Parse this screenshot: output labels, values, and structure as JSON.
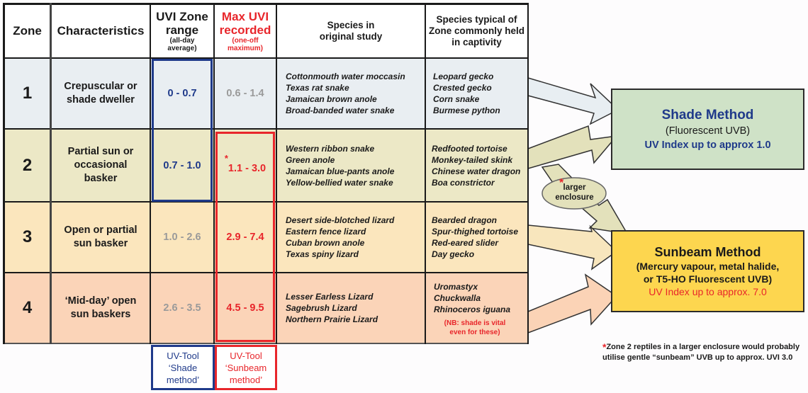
{
  "table": {
    "headers": {
      "zone": "Zone",
      "characteristics": "Characteristics",
      "uvi_range": "UVI Zone range",
      "uvi_range_note": "(all-day average)",
      "max_uvi": "Max UVI recorded",
      "max_uvi_note": "(one-off maximum)",
      "species_study": "Species in original study",
      "species_captive": "Species typical of Zone commonly held in captivity"
    },
    "rows": [
      {
        "zone": "1",
        "characteristics": "Crepuscular or shade dweller",
        "uvi_range": "0 - 0.7",
        "max_uvi": "0.6 - 1.4",
        "max_uvi_asterisk": "",
        "species_study": [
          "Cottonmouth water moccasin",
          "Texas rat snake",
          "Jamaican brown anole",
          "Broad-banded water snake"
        ],
        "species_captive": [
          "Leopard gecko",
          "Crested gecko",
          "Corn snake",
          "Burmese python"
        ],
        "captive_note": "",
        "bg": "#e9eef2"
      },
      {
        "zone": "2",
        "characteristics": "Partial sun or occasional basker",
        "uvi_range": "0.7 - 1.0",
        "max_uvi": "1.1 - 3.0",
        "max_uvi_asterisk": "*",
        "species_study": [
          "Western ribbon snake",
          "Green anole",
          "Jamaican blue-pants anole",
          "Yellow-bellied water snake"
        ],
        "species_captive": [
          "Redfooted tortoise",
          "Monkey-tailed skink",
          "Chinese water dragon",
          "Boa constrictor"
        ],
        "captive_note": "",
        "bg": "#ece8c6"
      },
      {
        "zone": "3",
        "characteristics": "Open or partial sun basker",
        "uvi_range": "1.0 - 2.6",
        "max_uvi": "2.9 - 7.4",
        "max_uvi_asterisk": "",
        "species_study": [
          "Desert side-blotched lizard",
          "Eastern fence lizard",
          "Cuban brown anole",
          "Texas spiny lizard"
        ],
        "species_captive": [
          "Bearded dragon",
          "Spur-thighed tortoise",
          "Red-eared slider",
          "Day gecko"
        ],
        "captive_note": "",
        "bg": "#fbe6bd"
      },
      {
        "zone": "4",
        "characteristics": "‘Mid-day’ open sun baskers",
        "uvi_range": "2.6 - 3.5",
        "max_uvi": "4.5 - 9.5",
        "max_uvi_asterisk": "",
        "species_study": [
          "Lesser Earless Lizard",
          "Sagebrush Lizard",
          "Northern Prairie Lizard"
        ],
        "species_captive": [
          "Uromastyx",
          "Chuckwalla",
          "Rhinoceros iguana"
        ],
        "captive_note": "(NB: shade is vital even for these)",
        "bg": "#fbd4b8"
      }
    ]
  },
  "tool_labels": {
    "shade": "UV-Tool ‘Shade method’",
    "sunbeam": "UV-Tool ‘Sunbeam method’"
  },
  "methods": {
    "shade": {
      "title": "Shade Method",
      "subtitle": "(Fluorescent UVB)",
      "uv_index": "UV Index up to approx 1.0"
    },
    "sunbeam": {
      "title": "Sunbeam Method",
      "subtitle_line1": "(Mercury vapour, metal halide,",
      "subtitle_line2": "or T5-HO Fluorescent UVB)",
      "uv_index": "UV Index up to approx. 7.0"
    }
  },
  "bubble": {
    "asterisk": "*",
    "label_line1": "larger",
    "label_line2": "enclosure"
  },
  "footnote": {
    "asterisk": "*",
    "text": "Zone 2 reptiles in a larger enclosure would probably utilise gentle “sunbeam” UVB up to approx. UVI 3.0"
  },
  "colors": {
    "blue": "#1f3a8a",
    "red": "#e8262b",
    "grey": "#9a9a9a",
    "shade_box": "#cfe2c7",
    "sunbeam_box": "#fdd64f",
    "arrow_zone1": "#e8eef2",
    "arrow_zone2": "#e3e1bb",
    "arrow_zone3": "#f8e6bd",
    "arrow_zone4": "#fbd3b6"
  }
}
